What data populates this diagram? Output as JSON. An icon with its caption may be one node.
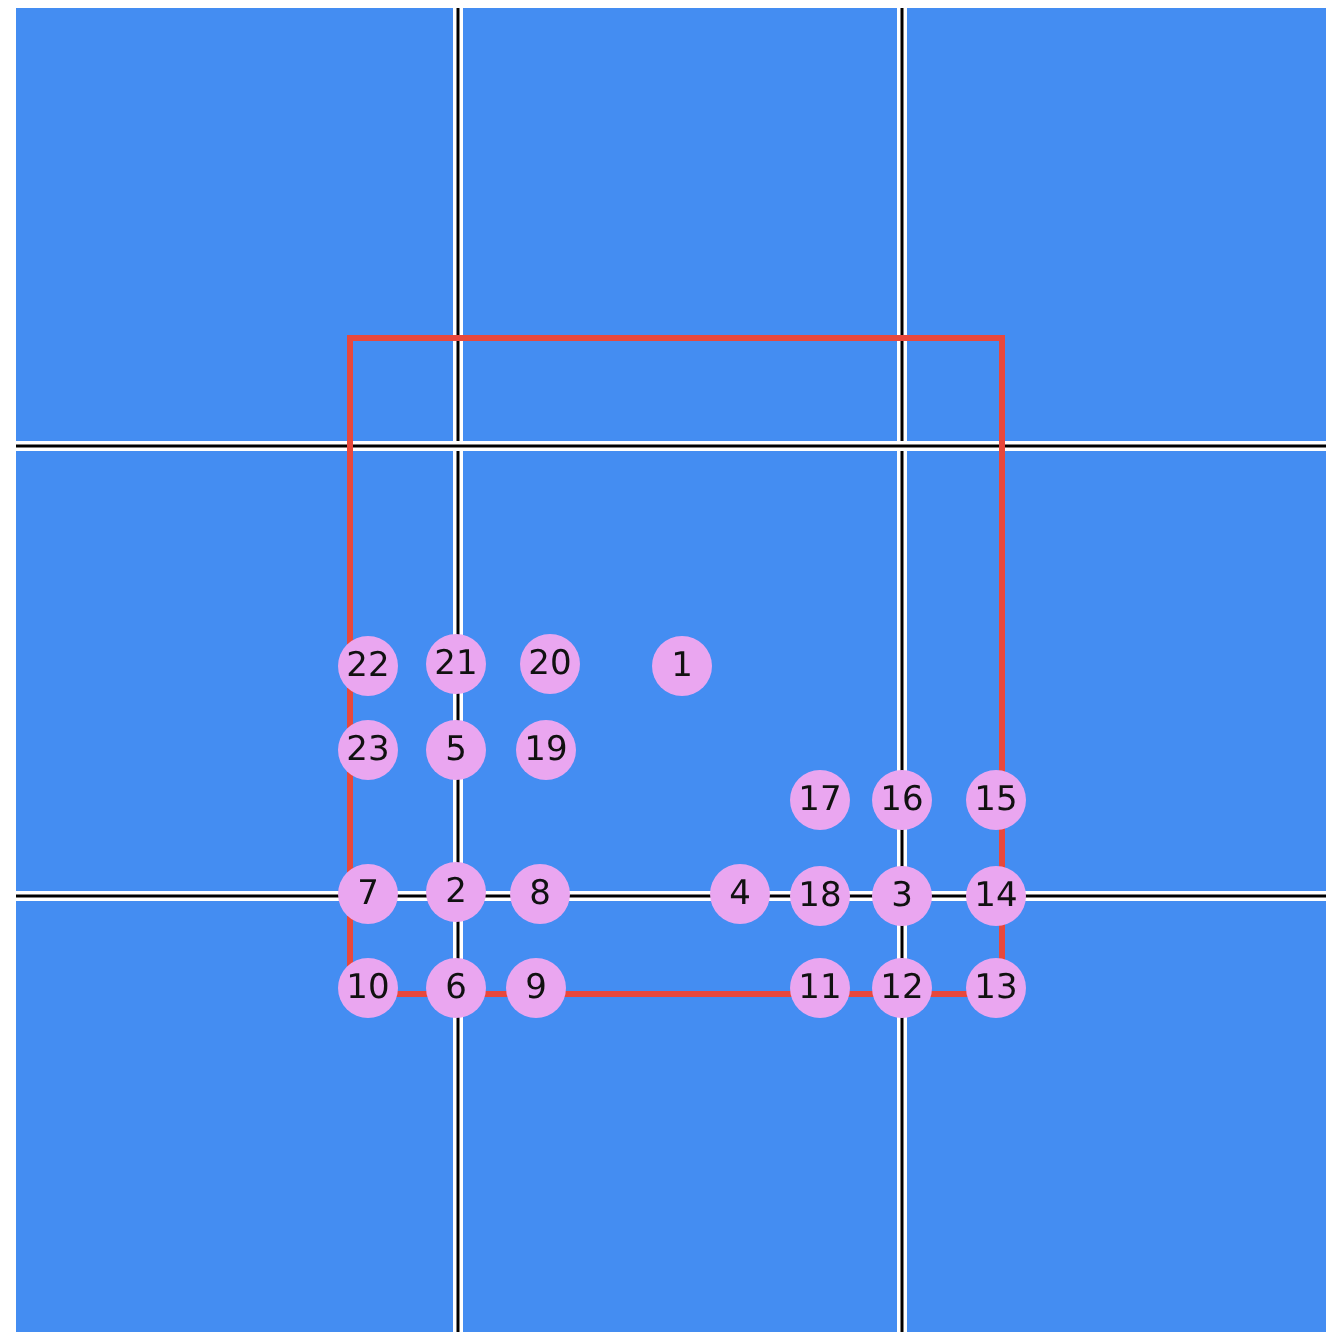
{
  "diagram": {
    "nodes": [
      {
        "text": [
          "22"
        ]
      },
      {
        "text": [
          "21"
        ]
      },
      {
        "text": [
          "20"
        ]
      },
      {
        "text": [
          "1"
        ]
      },
      {
        "text": [
          "23"
        ]
      },
      {
        "text": [
          "5"
        ]
      },
      {
        "text": [
          "19"
        ]
      },
      {
        "text": [
          "17"
        ]
      },
      {
        "text": [
          "16"
        ]
      },
      {
        "text": [
          "15"
        ]
      },
      {
        "text": [
          "7"
        ]
      },
      {
        "text": [
          "2"
        ]
      },
      {
        "text": [
          "8"
        ]
      },
      {
        "text": [
          "4"
        ]
      },
      {
        "text": [
          "18"
        ]
      },
      {
        "text": [
          "3"
        ]
      },
      {
        "text": [
          "14"
        ]
      },
      {
        "text": [
          "10"
        ]
      },
      {
        "text": [
          "6"
        ]
      },
      {
        "text": [
          "9"
        ]
      },
      {
        "text": [
          "11"
        ]
      },
      {
        "text": [
          "12"
        ]
      },
      {
        "text": [
          "13"
        ]
      }
    ]
  }
}
